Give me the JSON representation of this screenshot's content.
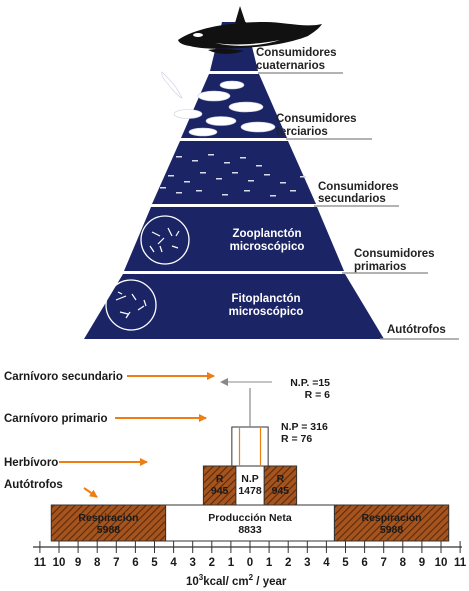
{
  "colors": {
    "pyramid": "#1b2566",
    "pyramid_light": "#2a3680",
    "arrow": "#f07d12",
    "hatch_fill": "#a6541e",
    "hatch_line": "#5a2a0c",
    "underline": "#9a9a9a"
  },
  "pyramid": {
    "labels": {
      "cuaternarios_1": "Consumidores",
      "cuaternarios_2": "cuaternarios",
      "terciarios_1": "Consumidores",
      "terciarios_2": "terciarios",
      "secundarios_1": "Consumidores",
      "secundarios_2": "secundarios",
      "primarios_1": "Consumidores",
      "primarios_2": "primarios",
      "autotrofos": "Autótrofos"
    },
    "inside": {
      "zoo_1": "Zooplanctón",
      "zoo_2": "microscópico",
      "fito_1": "Fitoplanctón",
      "fito_2": "microscópico"
    },
    "icons": [
      "orca-icon",
      "fish-school-icon",
      "small-fish-icon",
      "zooplankton-icon",
      "phytoplankton-icon"
    ]
  },
  "chart": {
    "levels": {
      "carn_sec": "Carnívoro secundario",
      "carn_prim": "Carnívoro primario",
      "herbivoro": "Herbívoro",
      "autotrofos": "Autótrofos"
    },
    "np_top_1": "N.P. =15",
    "np_top_2": "R =  6",
    "np_mid_1": "N.P = 316",
    "np_mid_2": "R =  76",
    "herb_r_label": "R",
    "herb_r_value": "945",
    "herb_np_label": "N.P",
    "herb_np_value": "1478",
    "auto_resp_label": "Respiración",
    "auto_resp_value": "5988",
    "auto_pn_label": "Producción Neta",
    "auto_pn_value": "8833",
    "axis_ticks": [
      "11",
      "10",
      "9",
      "8",
      "7",
      "6",
      "5",
      "4",
      "3",
      "2",
      "1",
      "0",
      "1",
      "2",
      "3",
      "4",
      "5",
      "6",
      "7",
      "8",
      "9",
      "10",
      "11"
    ],
    "axis_unit_pre": "10",
    "axis_unit_sup": "3",
    "axis_unit_post": "kcal/ cm",
    "axis_unit_sup2": "2",
    "axis_unit_end": " / year"
  },
  "chart_data": {
    "type": "bar",
    "title": "",
    "xlabel": "10^3 kcal/ cm^2 / year",
    "ylabel": "",
    "xlim": [
      -11,
      11
    ],
    "levels": [
      {
        "name": "Autótrofos",
        "respiration": 5988,
        "net_production": 8833
      },
      {
        "name": "Herbívoro",
        "respiration": 945,
        "net_production": 1478
      },
      {
        "name": "Carnívoro primario",
        "respiration": 76,
        "net_production": 316
      },
      {
        "name": "Carnívoro secundario",
        "respiration": 6,
        "net_production": 15
      }
    ]
  }
}
